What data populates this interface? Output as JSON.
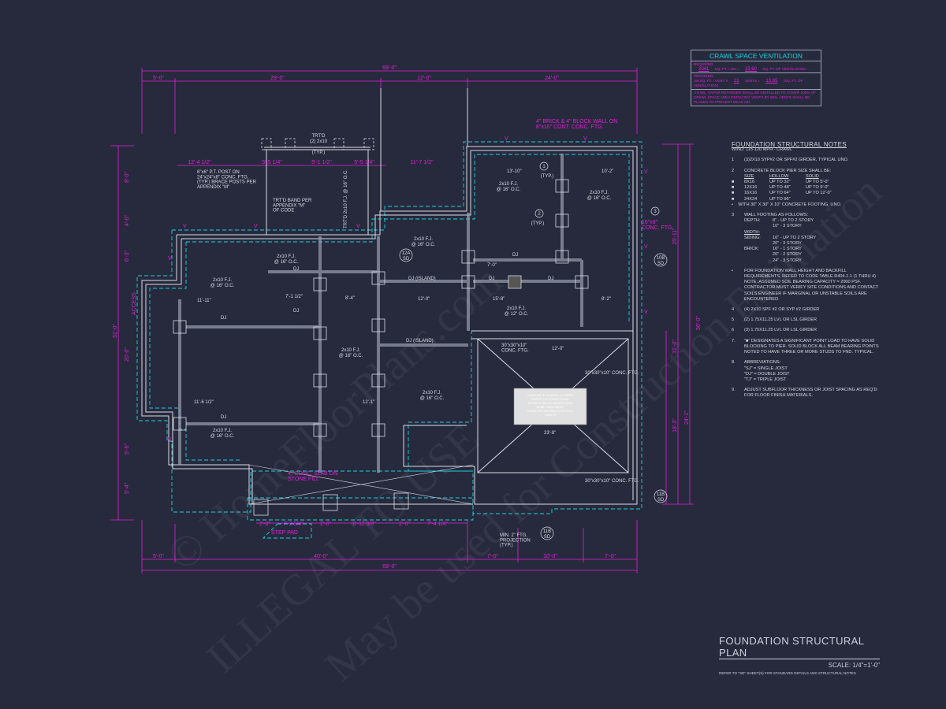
{
  "title_block": {
    "title": "FOUNDATION STRUCTURAL PLAN",
    "scale": "SCALE: 1/4\"=1'-0\"",
    "reference": "REFER TO \"SD\" SHEET(S) FOR STANDARD DETAILS AND STRUCTURAL NOTES"
  },
  "ventilation": {
    "title": "CRAWL SPACE VENTILATION",
    "required_label": "REQUIRED:",
    "required_area": "2041",
    "required_formula": "SQ. FT. / 150 =",
    "required_value": "13.60",
    "required_unit": "SQ. FT. OF VENTILATION",
    "provided_label": "PROVIDED:",
    "provided_formula": ".65 SQ. FT. / VENT x",
    "provided_vents": "21",
    "provided_vents_label": "VENTS =",
    "provided_value": "13.65",
    "provided_unit": "(SQ. FT. OF VENTILATION)",
    "note": "A 6 MIL. VAPOR RETARDER SHALL BE INSTALLED TO COVER 100% OF CRAWL SPACE AREA REDUCING VENTS BY 50%. VENTS SHALL BE PLACED TO PREVENT DEAD AIR."
  },
  "notes": {
    "title": "FOUNDATION STRUCTURAL NOTES",
    "wind": "Wind: 115-120 mph - CRAWL",
    "n1": "(3)2x10 SYP#2 OR SPF#2 GIRDER, TYPICAL UNO.",
    "n2": "CONCRETE BLOCK PIER SIZE SHALL BE:",
    "pier_headers": [
      "SIZE",
      "HOLLOW",
      "SOLID"
    ],
    "pier_rows": [
      [
        "8x16",
        "UP TO 32\"",
        "UP TO 5'-0\""
      ],
      [
        "12x16",
        "UP TO 48\"",
        "UP TO 9'-0\""
      ],
      [
        "16x16",
        "UP TO 64\"",
        "UP TO 12'-0\""
      ],
      [
        "24x24",
        "UP TO 96\"",
        ""
      ]
    ],
    "n2_footing": "WITH 30\" x 30\" x 10\" CONCRETE FOOTING, UNO.",
    "n3": "WALL FOOTING AS FOLLOWS:",
    "depth_label": "DEPTH:",
    "depth_values": [
      "8\" - UP TO 2 STORY",
      "10\" - 3 STORY"
    ],
    "width_label": "WIDTH:",
    "siding_label": "SIDING:",
    "siding_values": [
      "16\" - UP TO 2 STORY",
      "20\" - 3 STORY"
    ],
    "brick_label": "BRICK:",
    "brick_values": [
      "16\" - 1 STORY",
      "20\" - 2 STORY",
      "24\" - 3 STORY"
    ],
    "backfill": "FOR FOUNDATION WALL HEIGHT AND BACKFILL REQUIREMENTS, REFER TO CODE TABLE R404.1.1 (1 THRU 4) NOTE: ASSUMED SOIL BEARING CAPACITY = 2000 PSF. CONTRACTOR MUST VERIFY SITE CONDITIONS AND CONTACT SOILS ENGINEER IF MARGINAL OR UNSTABLE SOILS ARE ENCOUNTERED.",
    "n4": "(4) 2x10 SPF #2 OR SYP #2 GIRDER",
    "n5": "(2) 1.75x11.25 LVL OR LSL GIRDER",
    "n6": "(3) 1.75x11.25 LVL OR LSL GIRDER",
    "n7": "\"■\" DESIGNATES A SIGNIFICANT POINT LOAD TO HAVE SOLID BLOCKING TO PIER. SOLID BLOCK ALL BEAM BEARING POINTS NOTED TO HAVE THREE OR MORE STUDS TO FND. TYPICAL.",
    "n8": "ABBREVIATIONS:",
    "abbr": [
      "\"SJ\" = SINGLE JOIST",
      "\"DJ\" = DOUBLE JOIST",
      "\"TJ\" = TRIPLE JOIST"
    ],
    "n9": "ADJUST SUBFLOOR THICKNESS OR JOIST SPACING AS REQ'D FOR FLOOR FINISH MATERIALS.",
    "numbers": [
      "1",
      "2",
      "3",
      "4",
      "5",
      "6",
      "7.",
      "8.",
      "9."
    ]
  },
  "dimensions": {
    "top_overall": "69'-0\"",
    "top": [
      "5'-0\"",
      "29'-0\"",
      "12'-0\"",
      "24'-0\""
    ],
    "porch": [
      "12'-4 1/2\"",
      "5'-5 1/4\"",
      "5'-1 1/2\"",
      "5'-5 1/4\"",
      "11'-7 1/2\""
    ],
    "bottom_overall": "69'-0\"",
    "bottom": [
      "5'-0\"",
      "40'-0\"",
      "7'-0\"",
      "10'-0\"",
      "7'-0\""
    ],
    "step": [
      "2'-0\"",
      "7'-2 3/4\"",
      "2'-0\"",
      "8'-11 3/8\"",
      "2'-0\"",
      "7'-4 1/4\""
    ],
    "right": [
      "25'-11\"",
      "31'-0\"",
      "18'-3\"",
      "24'-1\"",
      "56'-0\""
    ],
    "left": [
      "51'-0\"",
      "20'-0\"",
      "8'-0\"",
      "4'-0\"",
      "6'-3\"",
      "5'-6\"",
      "5'-4\""
    ],
    "interior": [
      "11'-11\"",
      "7'-1 1/2\"",
      "8'-4\"",
      "12'-0\"",
      "15'-8\"",
      "13'-10\"",
      "10'-2\"",
      "8'-2\"",
      "7'-0\"",
      "12'-0\"",
      "23'-8\"",
      "11'-6 1/2\"",
      "12'-1\""
    ]
  },
  "labels": {
    "joist_16": "2x10 F.J.",
    "oc_16": "@ 16\" O.C.",
    "oc_12": "@ 12\" O.C.",
    "dj": "DJ",
    "dj_island": "DJ (ISLAND)",
    "trtd": "TRT'D",
    "trtd_2": "(2) 2x10",
    "typ": "(TYP.)",
    "post": "6\"x6\" P.T. POST ON 24\"x24\"x8\" CONC. FTG. (TYP.) BRACE POSTS PER APPENDIX \"M\"",
    "band": "TRT'D BAND PER APPENDIX \"M\" OF CODE",
    "trtd_fj": "TRT'D 2x10 F.J. @ 16\" O.C.",
    "brick_wall": "4\" BRICK & 4\" BLOCK WALL ON 8\"x16\" CONT. CONC. FTG.",
    "conc_ftg_16": "16\"x8\" CONC. FTG.",
    "conc_ftg_30": "30\"x30\"x10\" CONC. FTG.",
    "slab": "4\" CONC. SLAB ON STONE FILL",
    "step_pad": "STEP PAD",
    "projection": "MIN. 2\" FTG. PROJECTION (TYP.)",
    "vent": "V",
    "access": "ACCESS",
    "sections": [
      "12A",
      "SD",
      "11B",
      "SD",
      "11B",
      "SD",
      "10B",
      "SD"
    ],
    "girder_tags": [
      "1",
      "2",
      "3"
    ],
    "garage_note": "CONCRETE SLAB BY OTHERS REFER TO STRUCTURAL DETAILS ON SD SHEETS FOR SLAB THICKNESS, REINFORCING AND CONTROL JOINTS"
  },
  "watermark": [
    "© HomeFloorPlans.com",
    "ILLEGAL TO USE",
    "May be used for Construction Estimation"
  ],
  "colors": {
    "background": "#272a3d",
    "dimension": "#e21fd6",
    "footing": "#19d3e0",
    "linework": "#d8dbe3"
  }
}
